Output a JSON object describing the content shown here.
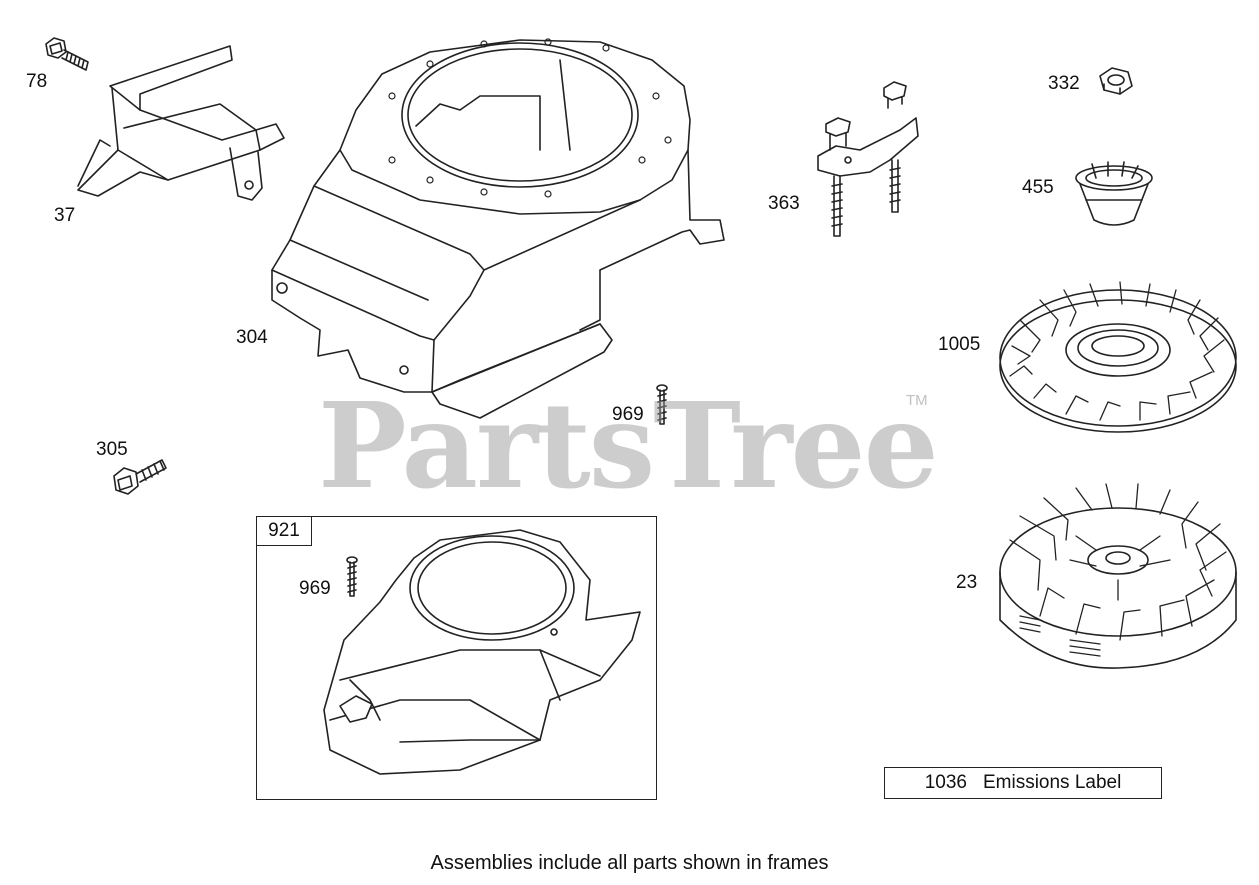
{
  "callouts": {
    "p78": "78",
    "p37": "37",
    "p304": "304",
    "p305": "305",
    "p969a": "969",
    "p363": "363",
    "p332": "332",
    "p455": "455",
    "p1005": "1005",
    "p23": "23",
    "p969b": "969"
  },
  "frame": {
    "tag": "921"
  },
  "emissions_label": {
    "number": "1036",
    "text": "Emissions Label"
  },
  "watermark": {
    "text": "PartsTree",
    "tm": "TM"
  },
  "footer": {
    "note": "Assemblies include all parts shown in frames"
  }
}
